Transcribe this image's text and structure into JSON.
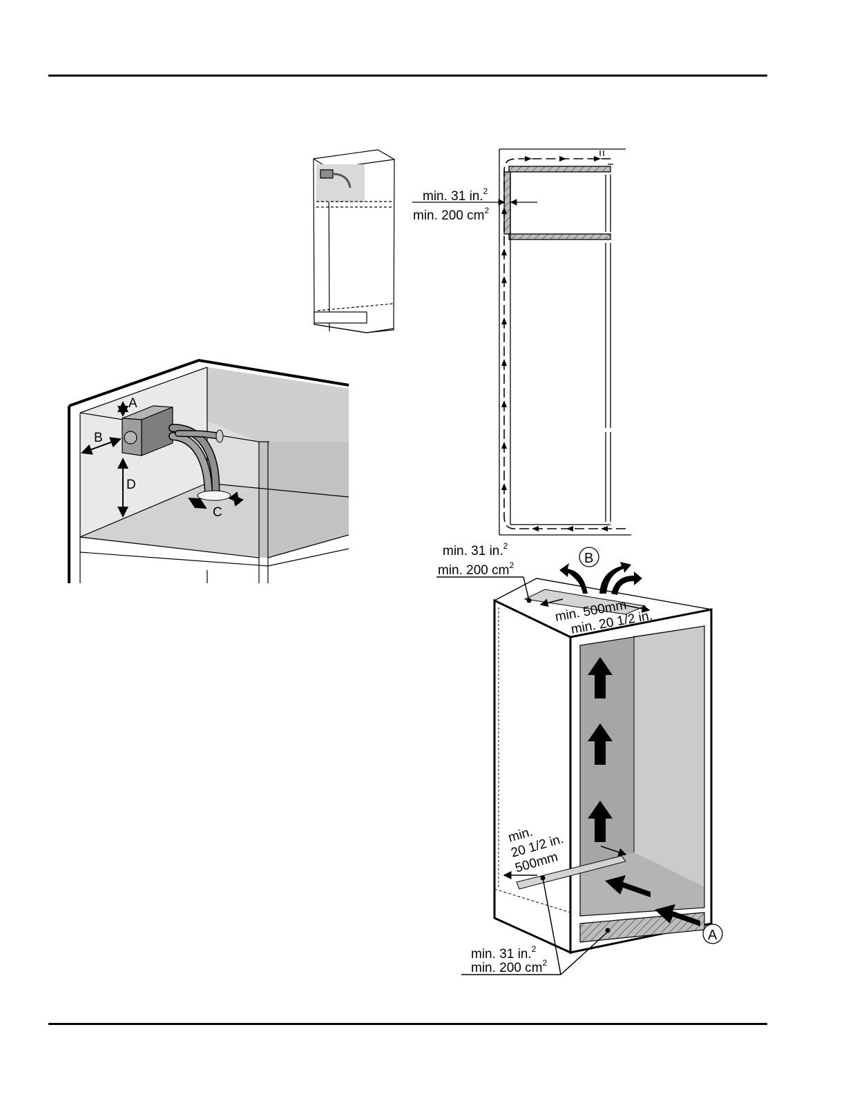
{
  "labels": {
    "a": "A",
    "b": "B",
    "c": "C",
    "d": "D",
    "circle_a": "A",
    "circle_b": "B"
  },
  "section_view": {
    "area_in": "min.  31 in.",
    "area_cm": "min. 200 cm",
    "sup": "2"
  },
  "cabinet_view": {
    "top_area_in": "min.  31 in.",
    "top_area_cm": "min.  200 cm",
    "top_width_mm": "min. 500mm",
    "top_width_in": "min. 20 1/2 in.",
    "bottom_width_1": "min.",
    "bottom_width_2": "20 1/2 in.",
    "bottom_width_3": "500mm",
    "bottom_area_in": "min.  31 in.",
    "bottom_area_cm": "min. 200 cm",
    "sup": "2"
  },
  "colors": {
    "line": "#000000",
    "light_gray": "#e0e0e0",
    "mid_gray": "#c8c8c8",
    "dark_gray": "#9a9a9a",
    "box_gray": "#8c8c8c"
  }
}
